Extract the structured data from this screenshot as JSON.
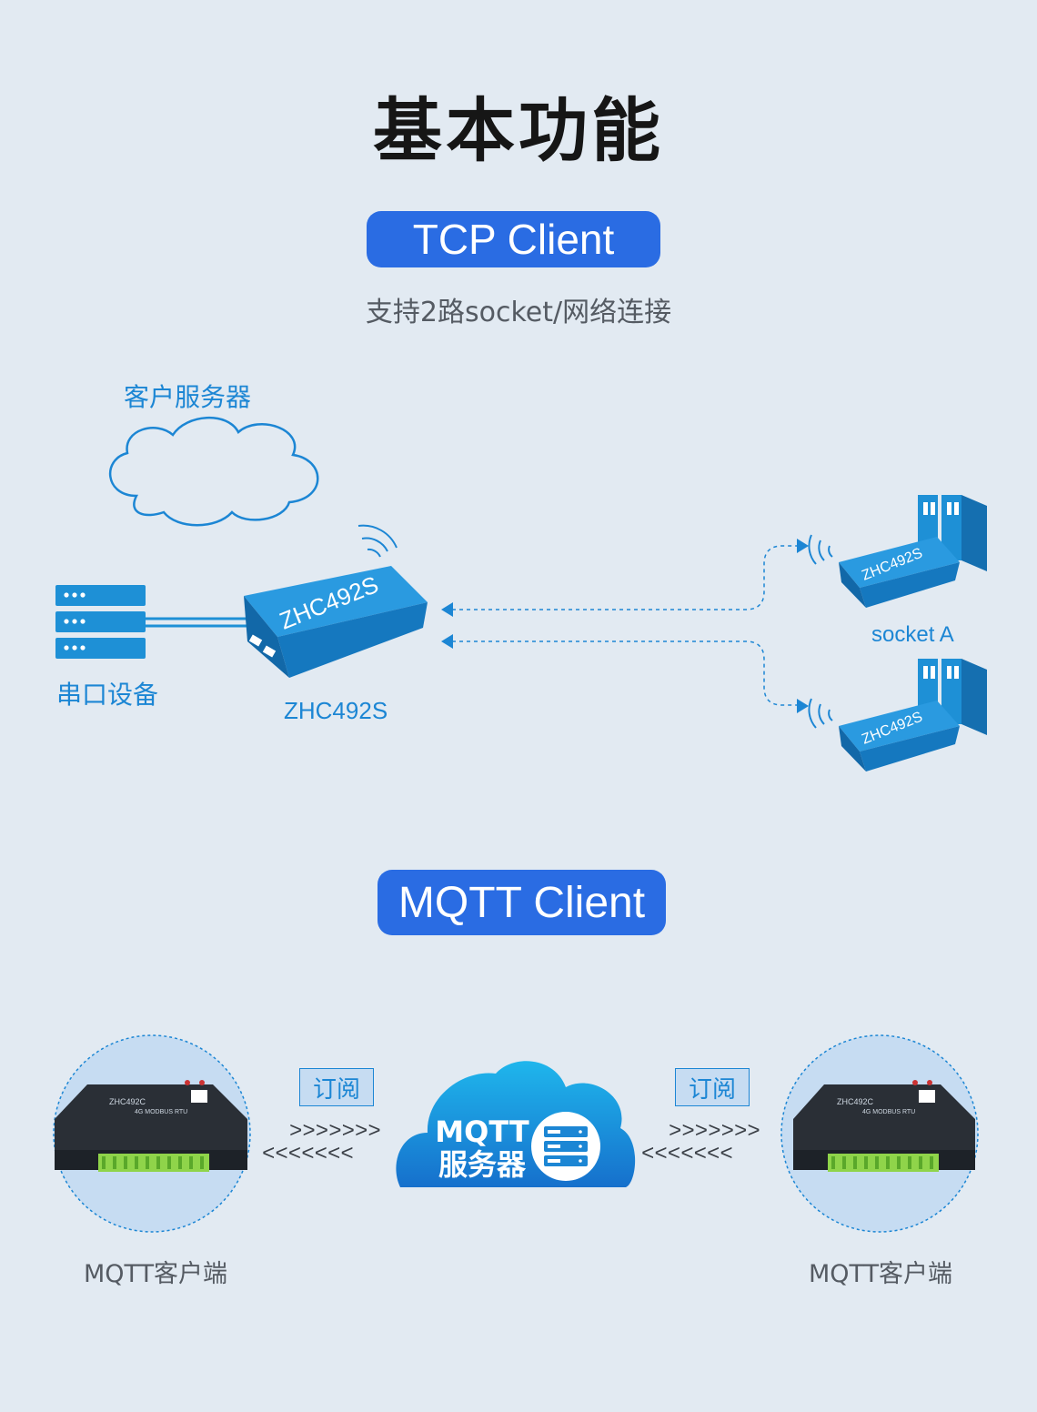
{
  "title": "基本功能",
  "tcp_section": {
    "pill_label": "TCP Client",
    "subtitle": "支持2路socket/网络连接",
    "cloud_label": "客户服务器",
    "serial_device_label": "串口设备",
    "device_label": "ZHC492S",
    "device_body_text": "ZHC492S",
    "socket_a_label": "socket A",
    "remote_device_text": "ZHC492S"
  },
  "mqtt_section": {
    "pill_label": "MQTT Client",
    "subscribe_left": "订阅",
    "subscribe_right": "订阅",
    "arrows_out_left": ">>>>>>>",
    "arrows_in_left": "<<<<<<<",
    "arrows_out_right": ">>>>>>>",
    "arrows_in_right": "<<<<<<<",
    "server_label_line1": "MQTT",
    "server_label_line2": "服务器",
    "client_left_label": "MQTT客户端",
    "client_right_label": "MQTT客户端",
    "device_model": "ZHC492C",
    "device_subtitle": "4G MODBUS RTU"
  },
  "colors": {
    "background": "#e2eaf2",
    "accent_blue": "#1c86d4",
    "pill_blue": "#2a6ce3",
    "device_blue": "#1e90d6",
    "terminal_green": "#8fd44a"
  }
}
